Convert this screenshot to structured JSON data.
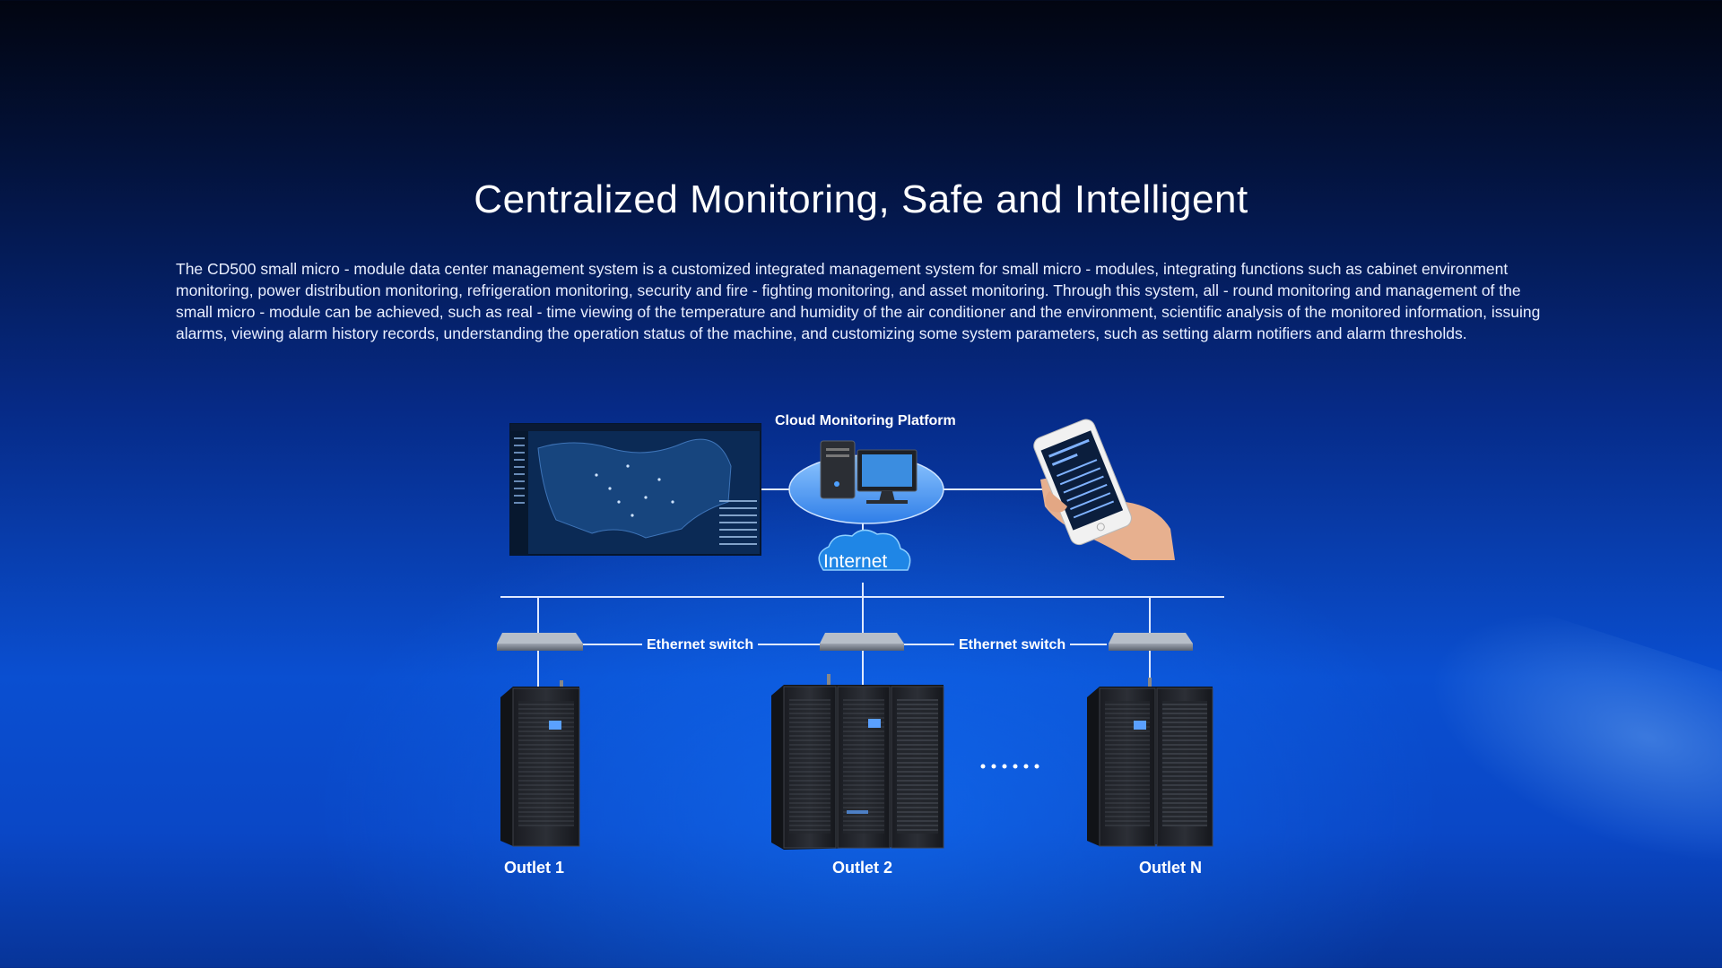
{
  "header": {
    "title": "Centralized Monitoring, Safe and Intelligent",
    "description": "The CD500 small micro - module data center management system is a customized integrated management system for small micro - modules, integrating functions such as cabinet environment monitoring, power distribution monitoring, refrigeration monitoring, security and fire - fighting monitoring, and asset monitoring. Through this system, all - round monitoring and management of the small micro - module can be achieved, such as real - time viewing of the temperature and humidity of the air conditioner and the environment, scientific analysis of the monitored information, issuing alarms, viewing alarm history records, understanding the operation status of the machine, and customizing some system parameters, such as setting alarm notifiers and alarm thresholds."
  },
  "diagram": {
    "cloud_platform_label": "Cloud Monitoring Platform",
    "internet_label": "Internet",
    "switch_labels": [
      "Ethernet switch",
      "Ethernet switch"
    ],
    "outlets": [
      "Outlet 1",
      "Outlet 2",
      "Outlet N"
    ],
    "ellipsis": "......",
    "icons": [
      "map-dashboard-icon",
      "desktop-computer-icon",
      "smartphone-icon",
      "cloud-icon",
      "network-switch-icon",
      "server-cabinet-icon"
    ]
  },
  "colors": {
    "line": "#dfe9ff",
    "background_top": "#020511",
    "background_bottom": "#0a4fd1"
  }
}
